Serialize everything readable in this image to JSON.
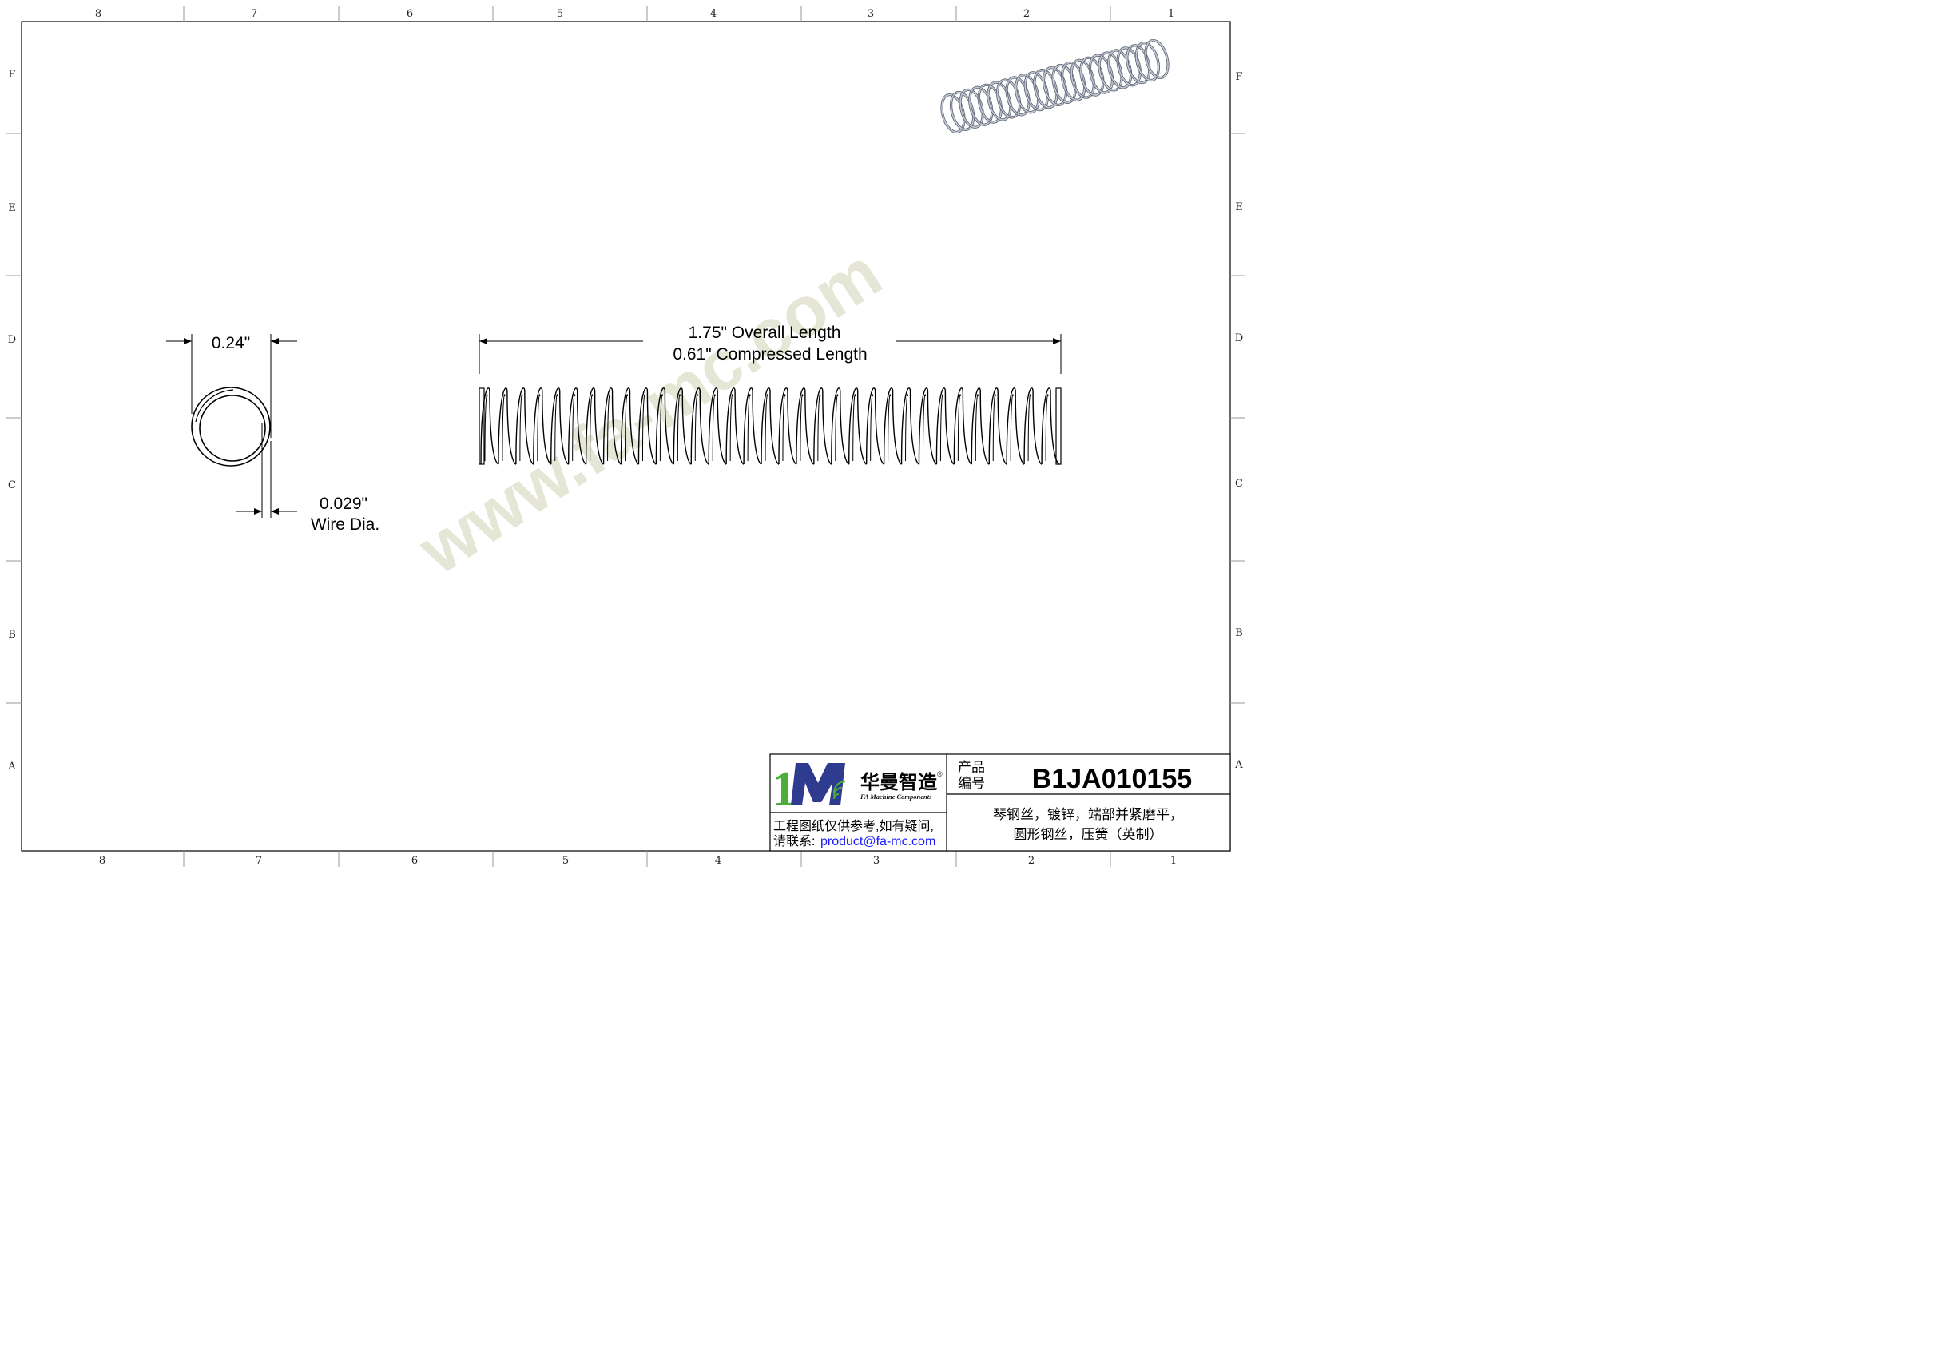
{
  "sheet": {
    "columns": [
      "8",
      "7",
      "6",
      "5",
      "4",
      "3",
      "2",
      "1"
    ],
    "rows": [
      "F",
      "E",
      "D",
      "C",
      "B",
      "A"
    ]
  },
  "watermark": "www.fa-mc.com",
  "end_view": {
    "outer_diameter": "0.24\"",
    "wire_dia_value": "0.029\"",
    "wire_dia_label": "Wire Dia."
  },
  "side_view": {
    "overall_length": "1.75\" Overall Length",
    "compressed_length": "0.61\" Compressed Length"
  },
  "title_block": {
    "logo_cn": "华曼智造",
    "logo_en": "FA Machine Components",
    "registered_mark": "®",
    "product_label_1": "产品",
    "product_label_2": "编号",
    "part_number": "B1JA010155",
    "desc_line1": "琴钢丝，镀锌，端部并紧磨平，",
    "desc_line2": "圆形钢丝，压簧（英制）",
    "disclaimer": "工程图纸仅供参考,如有疑问,",
    "contact_label": "请联系:",
    "contact_email": "product@fa-mc.com"
  },
  "colors": {
    "frame": "#000000",
    "watermark": "#e6e6d6",
    "logo_green": "#4cae3a",
    "logo_blue": "#2e3b8f",
    "email_blue": "#1a1aff",
    "spring_shade": "#b9c0cc"
  }
}
